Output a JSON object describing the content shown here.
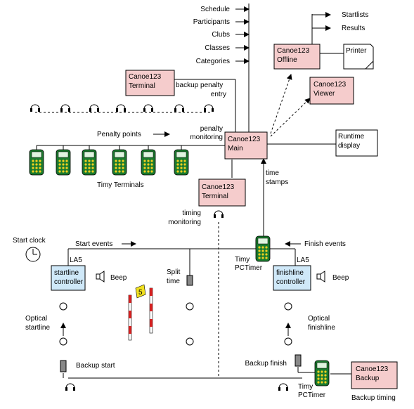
{
  "menu": [
    "Schedule",
    "Participants",
    "Clubs",
    "Classes",
    "Categories"
  ],
  "outputs": [
    "Startlists",
    "Results"
  ],
  "boxes": {
    "main": [
      "Canoe123",
      "Main"
    ],
    "offline": [
      "Canoe123",
      "Offline"
    ],
    "viewer": [
      "Canoe123",
      "Viewer"
    ],
    "terminal_top": [
      "Canoe123",
      "Terminal"
    ],
    "terminal_mid": [
      "Canoe123",
      "Terminal"
    ],
    "backup": [
      "Canoe123",
      "Backup"
    ],
    "runtime": [
      "Runtime",
      "display"
    ],
    "printer": [
      "Printer"
    ],
    "startline": [
      "startline",
      "controller"
    ],
    "finishline": [
      "finishline",
      "controller"
    ]
  },
  "labels": {
    "backup_penalty": [
      "backup penalty",
      "entry"
    ],
    "penalty_points": "Penalty points",
    "penalty_monitoring": [
      "penalty",
      "monitoring"
    ],
    "timy_terminals": "Timy Terminals",
    "time_stamps": [
      "time",
      "stamps"
    ],
    "timing_monitoring": [
      "timing",
      "monitoring"
    ],
    "start_clock": "Start clock",
    "start_events": "Start events",
    "finish_events": "Finish events",
    "la5_left": "LA5",
    "la5_right": "LA5",
    "timy_pctimer_top": [
      "Timy",
      "PCTimer"
    ],
    "split_time": [
      "Split",
      "time"
    ],
    "beep_left": "Beep",
    "beep_right": "Beep",
    "gate_number": "5",
    "optical_startline": [
      "Optical",
      "startline"
    ],
    "optical_finishline": [
      "Optical",
      "finishline"
    ],
    "backup_start": "Backup start",
    "backup_finish": "Backup finish",
    "timy_pctimer_bottom": [
      "Timy",
      "PCTimer"
    ],
    "backup_timing": "Backup timing"
  }
}
